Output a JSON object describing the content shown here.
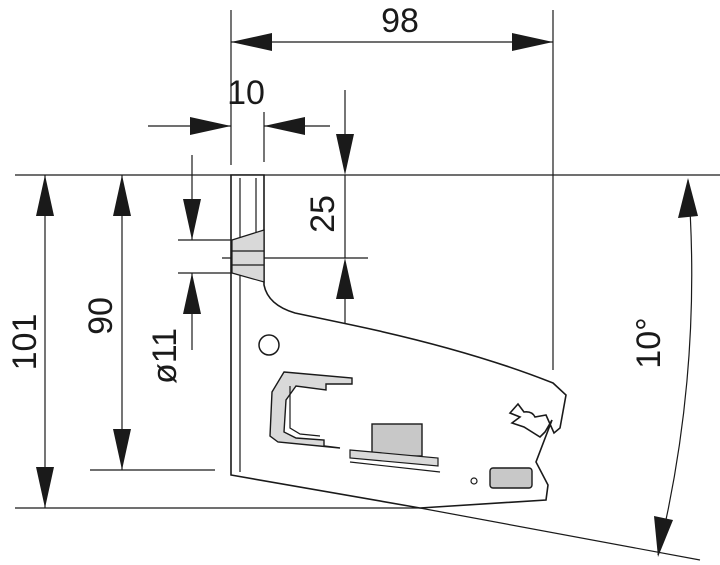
{
  "diagram": {
    "dimensions": {
      "width_total": "98",
      "width_flange": "10",
      "height_outer": "101",
      "height_inner": "90",
      "hole_offset": "25",
      "hole_diameter": "ø11",
      "angle": "10°"
    },
    "colors": {
      "line": "#1a1a1a",
      "fill_light": "#d9d9d9",
      "fill_block": "#c8c8c8",
      "background": "#ffffff"
    }
  }
}
